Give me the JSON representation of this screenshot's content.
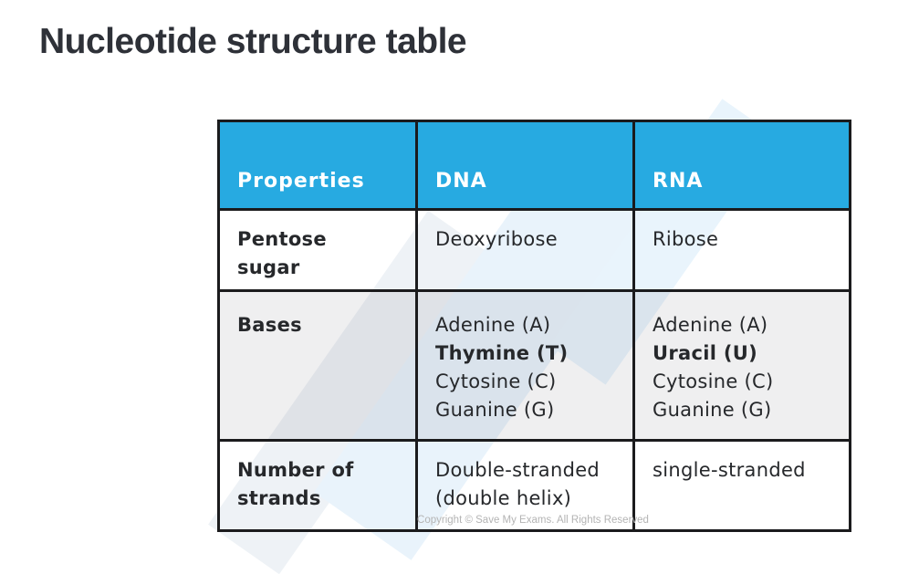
{
  "page_title": "Nucleotide structure table",
  "colors": {
    "header_bg": "#27aae1",
    "header_text": "#ffffff",
    "table_border": "#1b1b1d",
    "bases_row_bg": "#ececec",
    "title_text": "#2e3138",
    "body_text": "#26282b",
    "copyright_text": "#b4b4b4"
  },
  "table": {
    "headers": [
      {
        "label": "Properties"
      },
      {
        "label": "DNA"
      },
      {
        "label": "RNA"
      }
    ],
    "rows": [
      {
        "label": "Pentose sugar",
        "dna": [
          {
            "text": "Deoxyribose",
            "bold": false
          }
        ],
        "rna": [
          {
            "text": "Ribose",
            "bold": false
          }
        ]
      },
      {
        "label": "Bases",
        "dna": [
          {
            "text": "Adenine (A)",
            "bold": false
          },
          {
            "text": "Thymine (T)",
            "bold": true
          },
          {
            "text": "Cytosine (C)",
            "bold": false
          },
          {
            "text": "Guanine (G)",
            "bold": false
          }
        ],
        "rna": [
          {
            "text": "Adenine (A)",
            "bold": false
          },
          {
            "text": "Uracil (U)",
            "bold": true
          },
          {
            "text": "Cytosine (C)",
            "bold": false
          },
          {
            "text": "Guanine (G)",
            "bold": false
          }
        ]
      },
      {
        "label": "Number of strands",
        "dna": [
          {
            "text": "Double-stranded (double helix)",
            "bold": false
          }
        ],
        "rna": [
          {
            "text": "single-stranded",
            "bold": false
          }
        ]
      }
    ]
  },
  "footer": {
    "copyright_text": "Copyright © Save My Exams. All Rights Reserved"
  }
}
